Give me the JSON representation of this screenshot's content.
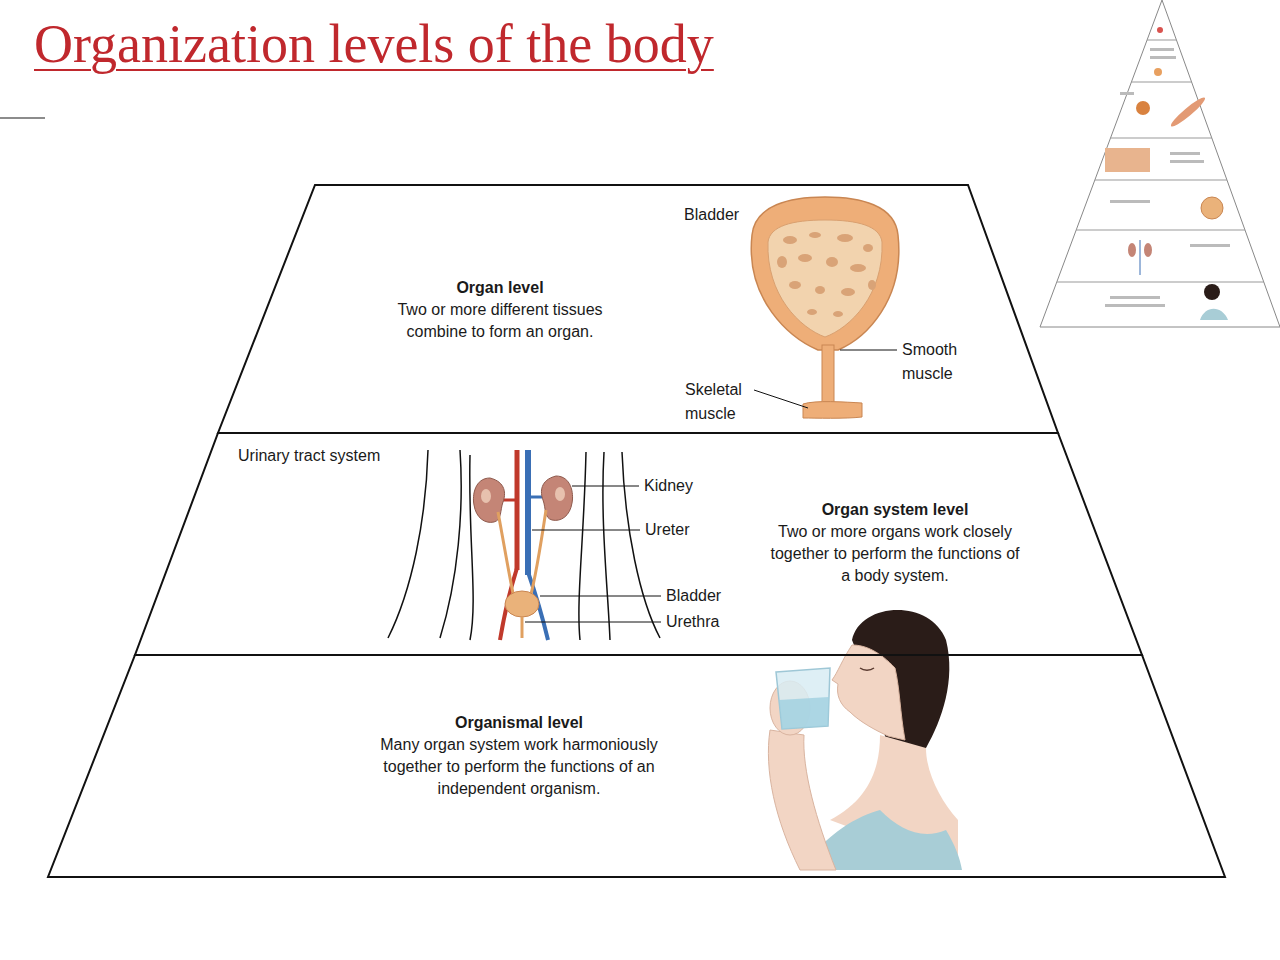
{
  "diagram": {
    "title": "Organization levels of the body",
    "nodes": [
      {
        "text": [
          "Organ level",
          "Two or more different tissues combine to form an organ."
        ]
      },
      {
        "text": [
          "Organ system level",
          "Two or more organs work closely together to perform the functions of a body system."
        ]
      },
      {
        "text": [
          "Organismal level",
          "Many organ system work harmoniously together to perform the functions of an independent organism."
        ]
      }
    ],
    "labels": [
      "Bladder",
      "Smooth muscle",
      "Skeletal muscle",
      "Urinary tract system",
      "Kidney",
      "Ureter",
      "Bladder",
      "Urethra"
    ]
  }
}
